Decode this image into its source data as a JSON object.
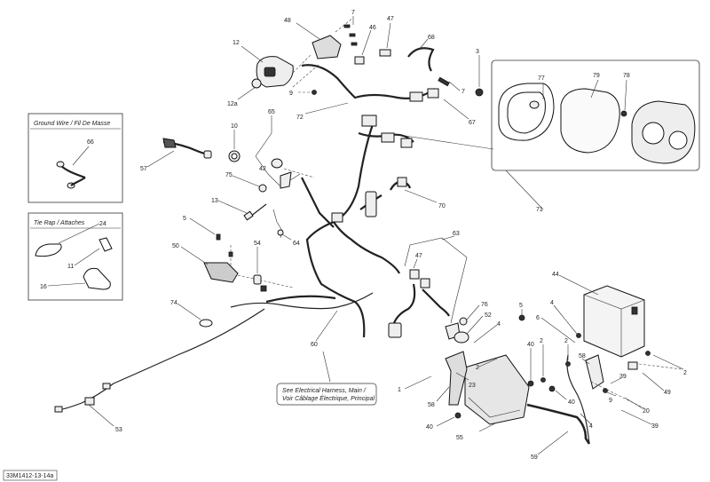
{
  "document_code": "33M1412-13-14a",
  "insets": {
    "ground_wire_title": "Ground Wire / Fil De Masse",
    "tie_rap_title": "Tie Rap / Attaches"
  },
  "callout_note": "See Electrical Harness, Main / Voir Câblage Électrique, Principal",
  "callout_note_lines": [
    "See Electrical Harness, Main /",
    "Voir Câblage Électrique, Principal"
  ],
  "part_numbers": {
    "p48": "48",
    "p7a": "7",
    "p47a": "47",
    "p46": "46",
    "p68": "68",
    "p12": "12",
    "p12a": "12a",
    "p9": "9",
    "p72": "72",
    "p7b": "7",
    "p3": "3",
    "p67": "67",
    "p77": "77",
    "p79": "79",
    "p78": "78",
    "p66": "66",
    "p10": "10",
    "p65": "65",
    "p57": "57",
    "p42": "42",
    "p75": "75",
    "p13": "13",
    "p70": "70",
    "p71": "71",
    "p24": "24",
    "p11": "11",
    "p16": "16",
    "p5a": "5",
    "p64": "64",
    "p63": "63",
    "p50": "50",
    "p54": "54",
    "p47b": "47",
    "p44": "44",
    "p74": "74",
    "p76": "76",
    "p52": "52",
    "p5b": "5",
    "p4a": "4",
    "p4b": "4",
    "p60": "60",
    "p6": "6",
    "p2a": "2",
    "p40a": "40",
    "p2b": "2",
    "p58a": "58",
    "p2c": "2",
    "p1": "1",
    "p23": "23",
    "p39a": "39",
    "p49": "49",
    "p58b": "58",
    "p9b": "9",
    "p20": "20",
    "p40b": "40",
    "p40c": "40",
    "p39b": "39",
    "p4c": "4",
    "p55": "55",
    "p53": "53",
    "p59": "59"
  }
}
